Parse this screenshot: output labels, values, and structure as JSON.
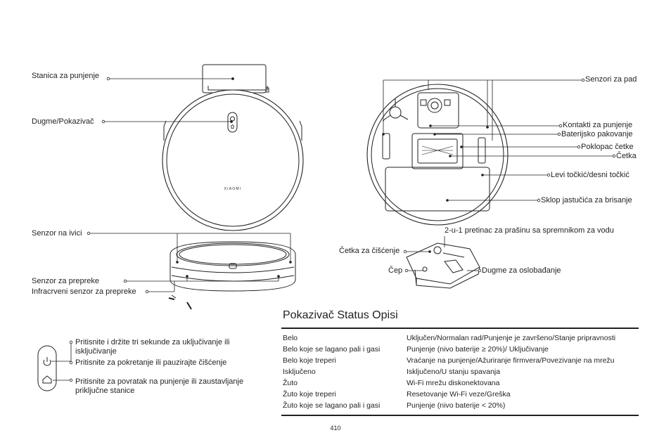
{
  "top_view": {
    "dock": "Stanica za punjenje",
    "button": "Dugme/Pokazivač",
    "brand": "XIAOMI"
  },
  "side_view": {
    "edge_sensor": "Senzor na ivici",
    "obstacle_sensor": "Senzor za prepreke",
    "ir_sensor": "Infracrveni senzor za prepreke"
  },
  "bottom_view": {
    "cliff_sensors": "Senzori za pad",
    "charging_contacts": "Kontakti za punjenje",
    "battery": "Baterijsko pakovanje",
    "brush_cover": "Poklopac četke",
    "brush": "Četka",
    "wheels": "Levi točkić/desni točkić",
    "mop": "Sklop jastučića za brisanje"
  },
  "bin_view": {
    "bin": "2-u-1 pretinac za prašinu sa spremnikom za vodu",
    "cleaning_brush": "Četka za čišćenje",
    "plug": "Čep",
    "release": "Dugme za oslobađanje"
  },
  "buttons": {
    "power_desc": "Pritisnite i držite tri sekunde za uključivanje ili isključivanje",
    "start_desc": "Pritisnite za pokretanje ili pauzirajte čišćenje",
    "home_desc": "Pritisnite za povratak na punjenje ili zaustavljanje priključne stanice"
  },
  "status": {
    "title": "Pokazivač Status Opisi",
    "rows": [
      {
        "state": "Belo",
        "desc": "Uključen/Normalan rad/Punjenje je završeno/Stanje pripravnosti"
      },
      {
        "state": "Belo koje se lagano pali i gasi",
        "desc": "Punjenje (nivo baterije ≥ 20%)/ Uključivanje"
      },
      {
        "state": "Belo koje treperi",
        "desc": "Vraćanje na punjenje/Ažuriranje firmvera/Povezivanje na mrežu"
      },
      {
        "state": "Isključeno",
        "desc": "Isključeno/U stanju spavanja"
      },
      {
        "state": "Žuto",
        "desc": "Wi-Fi mrežu diskonektovana"
      },
      {
        "state": "Žuto koje treperi",
        "desc": "Resetovanje Wi-Fi veze/Greška"
      },
      {
        "state": "Žuto koje se lagano pali i gasi",
        "desc": "Punjenje (nivo baterije < 20%)"
      }
    ]
  },
  "page_number": "410"
}
